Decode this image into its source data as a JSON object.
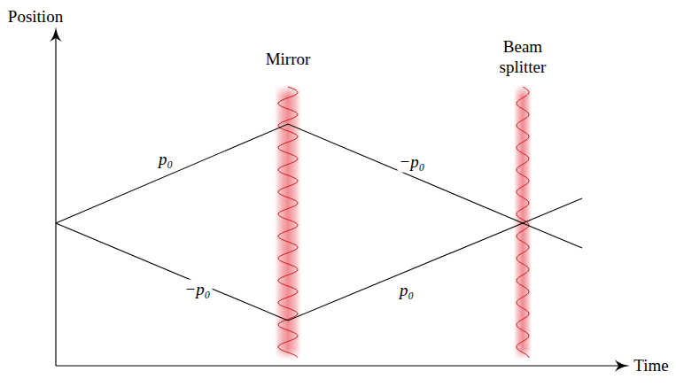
{
  "diagram": {
    "labels": [
      "Position",
      "Time",
      "Mirror",
      "Beam splitter",
      "p₀",
      "−p₀",
      "−p₀",
      "p₀"
    ]
  }
}
